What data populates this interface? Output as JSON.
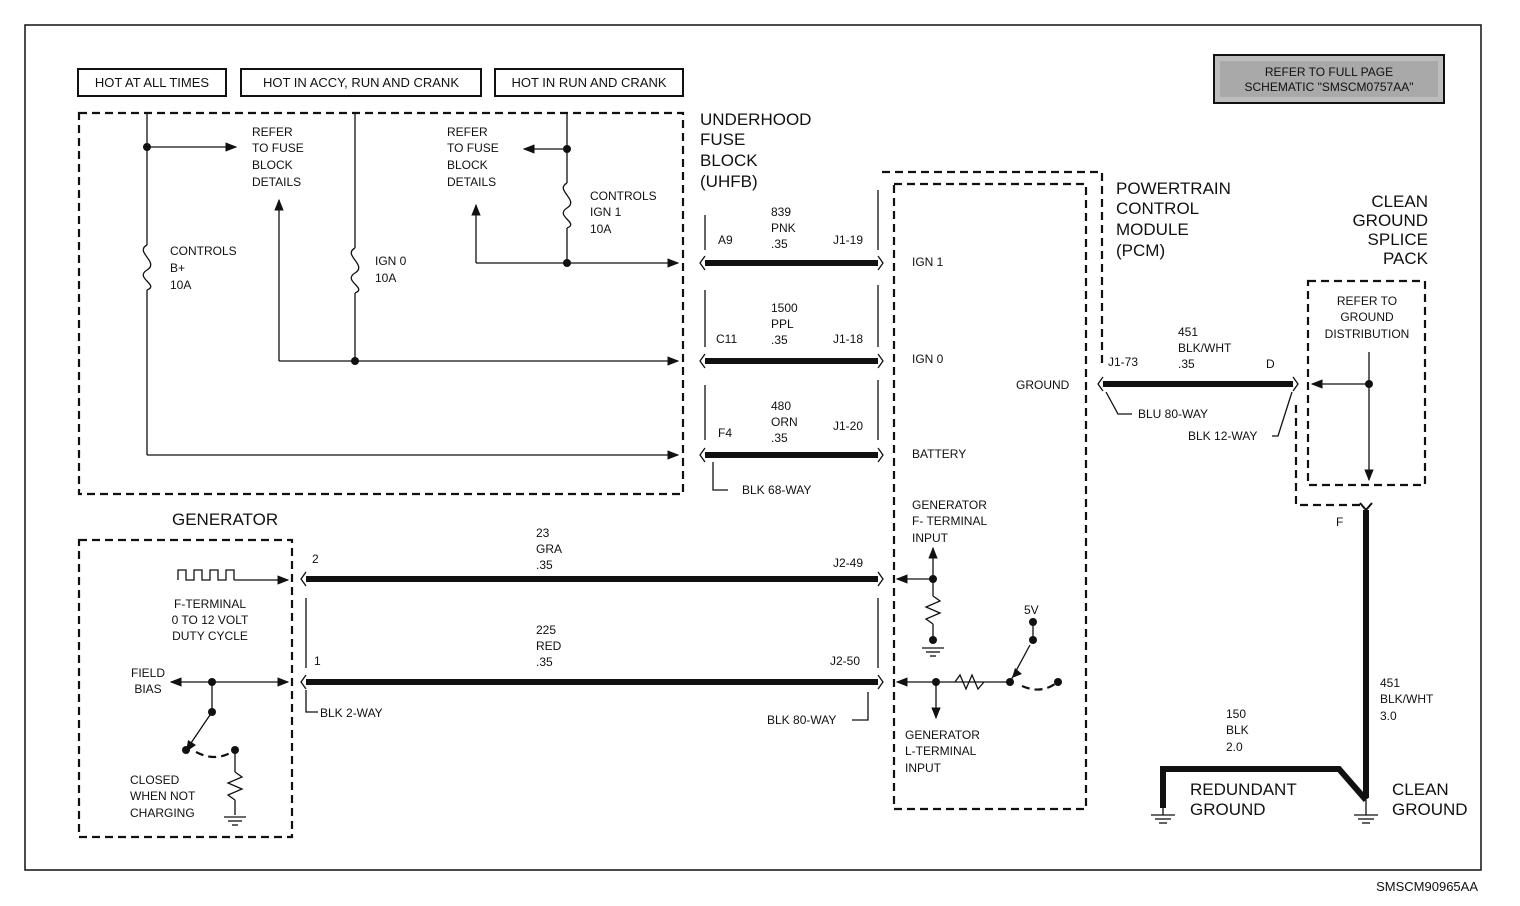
{
  "headers": {
    "hot_at_all_times": "HOT AT ALL TIMES",
    "hot_accy_run_crank": "HOT IN ACCY, RUN AND CRANK",
    "hot_run_crank": "HOT IN RUN AND CRANK"
  },
  "refer_box": [
    "REFER TO FULL PAGE",
    "SCHEMATIC \"SMSCM0757AA\""
  ],
  "uhfb": {
    "title": [
      "UNDERHOOD",
      "FUSE",
      "BLOCK",
      "(UHFB)"
    ],
    "refer_fuse_1": [
      "REFER",
      "TO FUSE",
      "BLOCK",
      "DETAILS"
    ],
    "refer_fuse_2": [
      "REFER",
      "TO FUSE",
      "BLOCK",
      "DETAILS"
    ],
    "fuse_controls_b": [
      "CONTROLS",
      "B+",
      "10A"
    ],
    "fuse_ign0": [
      "IGN 0",
      "10A"
    ],
    "fuse_controls_ign1": [
      "CONTROLS",
      "IGN 1",
      "10A"
    ],
    "connector": "BLK 68-WAY"
  },
  "pcm": {
    "title": [
      "POWERTRAIN",
      "CONTROL",
      "MODULE",
      "(PCM)"
    ],
    "ign1": "IGN 1",
    "ign0": "IGN 0",
    "battery": "BATTERY",
    "ground": "GROUND",
    "gen_f_input": [
      "GENERATOR",
      "F- TERMINAL",
      "INPUT"
    ],
    "gen_l_input": [
      "GENERATOR",
      "L-TERMINAL",
      "INPUT"
    ],
    "five_v": "5V",
    "connector_80": "BLK 80-WAY",
    "connector_blu80": "BLU 80-WAY"
  },
  "wires": {
    "w839": {
      "left": "A9",
      "right": "J1-19",
      "label": [
        "839",
        "PNK",
        ".35"
      ]
    },
    "w1500": {
      "left": "C11",
      "right": "J1-18",
      "label": [
        "1500",
        "PPL",
        ".35"
      ]
    },
    "w480": {
      "left": "F4",
      "right": "J1-20",
      "label": [
        "480",
        "ORN",
        ".35"
      ]
    },
    "w23": {
      "left": "2",
      "right": "J2-49",
      "label": [
        "23",
        "GRA",
        ".35"
      ]
    },
    "w225": {
      "left": "1",
      "right": "J2-50",
      "label": [
        "225",
        "RED",
        ".35"
      ]
    },
    "w451a": {
      "left": "J1-73",
      "right": "D",
      "label": [
        "451",
        "BLK/WHT",
        ".35"
      ]
    },
    "w451b": {
      "label": [
        "451",
        "BLK/WHT",
        "3.0"
      ]
    },
    "w150": {
      "label": [
        "150",
        "BLK",
        "2.0"
      ]
    }
  },
  "generator": {
    "title": "GENERATOR",
    "f_terminal": [
      "F-TERMINAL",
      "0 TO 12 VOLT",
      "DUTY CYCLE"
    ],
    "field_bias": [
      "FIELD",
      "BIAS"
    ],
    "closed": [
      "CLOSED",
      "WHEN NOT",
      "CHARGING"
    ],
    "connector": "BLK 2-WAY"
  },
  "splice": {
    "title": [
      "CLEAN",
      "GROUND",
      "SPLICE",
      "PACK"
    ],
    "refer": [
      "REFER TO",
      "GROUND",
      "DISTRIBUTION"
    ],
    "connector": "BLK 12-WAY",
    "pin_f": "F"
  },
  "grounds": {
    "redundant": [
      "REDUNDANT",
      "GROUND"
    ],
    "clean": [
      "CLEAN",
      "GROUND"
    ]
  },
  "figure_id": "SMSCM90965AA"
}
